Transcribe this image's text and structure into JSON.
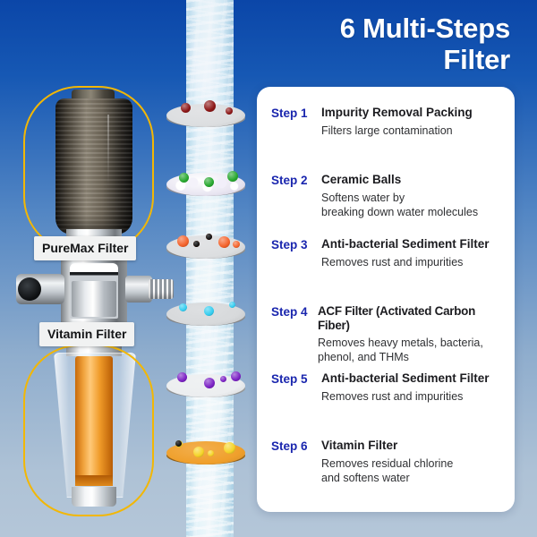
{
  "title": {
    "line1": "6 Multi-Steps",
    "line2": "Filter"
  },
  "device": {
    "top_label": "PureMax Filter",
    "bottom_label": "Vitamin Filter",
    "highlight_color": "#f2b705",
    "cartridge_color": "#4a443a",
    "vitamin_color": "#ef9a28"
  },
  "steps": [
    {
      "label": "Step 1",
      "title": "Impurity Removal Packing",
      "desc": "Filters large contamination",
      "disc_color": "#dcdee0",
      "bead_color": "#8c1616"
    },
    {
      "label": "Step 2",
      "title": "Ceramic Balls",
      "desc": "Softens water by\nbreaking down water molecules",
      "disc_color": "#e9e6f2",
      "bead_color": "#27a82e"
    },
    {
      "label": "Step 3",
      "title": "Anti-bacterial Sediment Filter",
      "desc": "Removes rust and impurities",
      "disc_color": "#dcdee0",
      "bead_color": "#f4622a"
    },
    {
      "label": "Step 4",
      "title": "ACF Filter (Activated Carbon Fiber)",
      "desc": "Removes heavy metals, bacteria,\nphenol, and THMs",
      "disc_color": "#d7d9db",
      "bead_color": "#34cdf0"
    },
    {
      "label": "Step 5",
      "title": "Anti-bacterial Sediment Filter",
      "desc": "Removes rust and impurities",
      "disc_color": "#eceef0",
      "bead_color": "#7b21c4"
    },
    {
      "label": "Step 6",
      "title": "Vitamin Filter",
      "desc": "Removes residual chlorine\nand softens water",
      "disc_color": "#f0a02c",
      "bead_color": "#f5d327"
    }
  ],
  "colors": {
    "background_top": "#0b46a8",
    "background_bottom": "#b4c6d8",
    "card": "#ffffff",
    "step_label": "#1a26ae",
    "water": "#e6f5fb"
  }
}
